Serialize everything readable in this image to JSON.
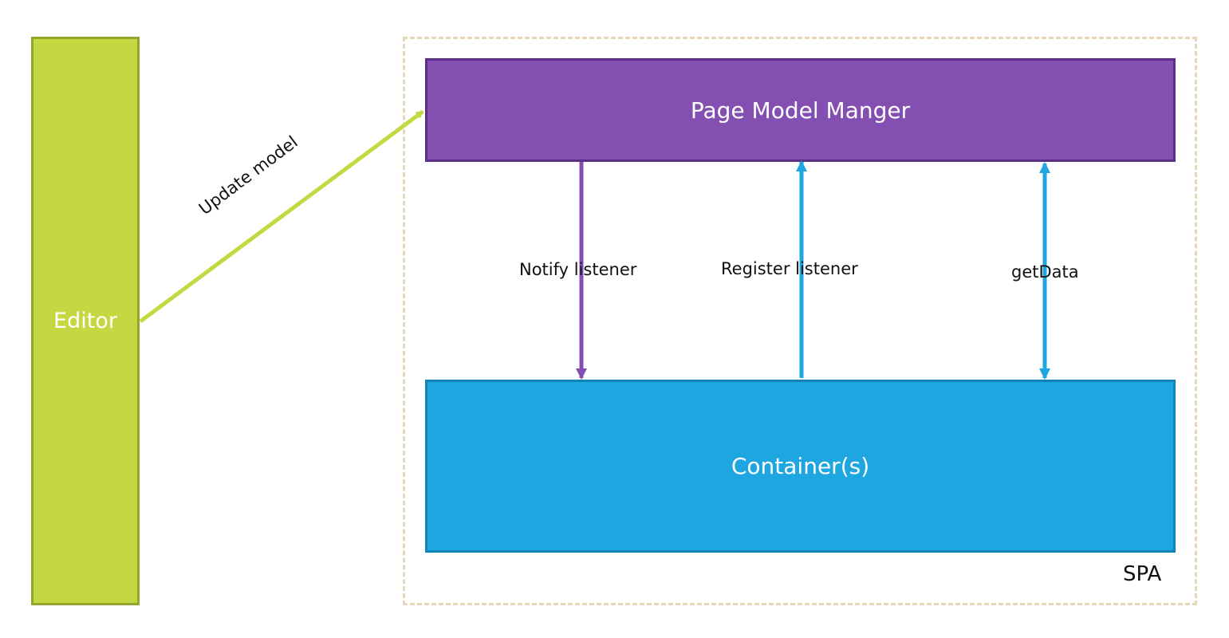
{
  "editor": {
    "label": "Editor"
  },
  "spa": {
    "label": "SPA"
  },
  "page_model_manager": {
    "label": "Page Model Manger"
  },
  "containers": {
    "label": "Container(s)"
  },
  "edges": {
    "update_model": {
      "label": "Update model",
      "color": "#c4d841"
    },
    "notify_listener": {
      "label": "Notify listener",
      "color": "#834fb1"
    },
    "register_listener": {
      "label": "Register listener",
      "color": "#1ea6e0"
    },
    "get_data": {
      "label": "getData",
      "color": "#1ea6e0"
    }
  }
}
